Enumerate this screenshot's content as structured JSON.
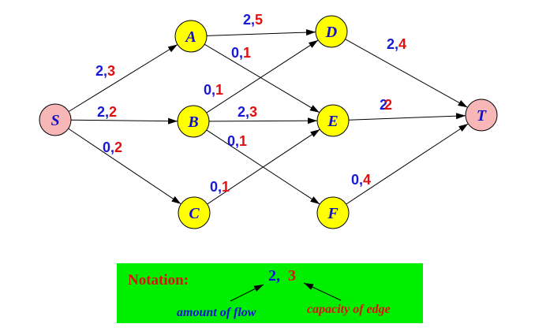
{
  "colors": {
    "source_sink_fill": "#f7b7b7",
    "node_fill": "#ffff00",
    "flow": "#1818d8",
    "capacity": "#e01010",
    "legend_bg": "#00ee00"
  },
  "nodes": [
    {
      "id": "S",
      "label": "S",
      "kind": "terminal"
    },
    {
      "id": "A",
      "label": "A",
      "kind": "inner"
    },
    {
      "id": "B",
      "label": "B",
      "kind": "inner"
    },
    {
      "id": "C",
      "label": "C",
      "kind": "inner"
    },
    {
      "id": "D",
      "label": "D",
      "kind": "inner"
    },
    {
      "id": "E",
      "label": "E",
      "kind": "inner"
    },
    {
      "id": "F",
      "label": "F",
      "kind": "inner"
    },
    {
      "id": "T",
      "label": "T",
      "kind": "terminal"
    }
  ],
  "edges": [
    {
      "from": "S",
      "to": "A",
      "flow": "2",
      "sep": ",",
      "capacity": "3"
    },
    {
      "from": "S",
      "to": "B",
      "flow": "2",
      "sep": ",",
      "capacity": "2"
    },
    {
      "from": "S",
      "to": "C",
      "flow": "0",
      "sep": ",",
      "capacity": "2"
    },
    {
      "from": "A",
      "to": "D",
      "flow": "2",
      "sep": ",",
      "capacity": "5"
    },
    {
      "from": "A",
      "to": "E",
      "flow": "0",
      "sep": ",",
      "capacity": "1"
    },
    {
      "from": "B",
      "to": "D",
      "flow": "0",
      "sep": ",",
      "capacity": "1"
    },
    {
      "from": "B",
      "to": "E",
      "flow": "2",
      "sep": ",",
      "capacity": "3"
    },
    {
      "from": "B",
      "to": "F",
      "flow": "0",
      "sep": ",",
      "capacity": "1"
    },
    {
      "from": "C",
      "to": "E",
      "flow": "0",
      "sep": ",",
      "capacity": "1"
    },
    {
      "from": "D",
      "to": "T",
      "flow": "2",
      "sep": ",",
      "capacity": "4"
    },
    {
      "from": "E",
      "to": "T",
      "flow": "2",
      "sep": "",
      "capacity": "2"
    },
    {
      "from": "F",
      "to": "T",
      "flow": "0",
      "sep": ",",
      "capacity": "4"
    }
  ],
  "legend": {
    "title": "Notation:",
    "example_flow": "2,",
    "example_capacity": "3",
    "flow_caption": "amount of flow",
    "capacity_caption": "capacity of edge"
  }
}
